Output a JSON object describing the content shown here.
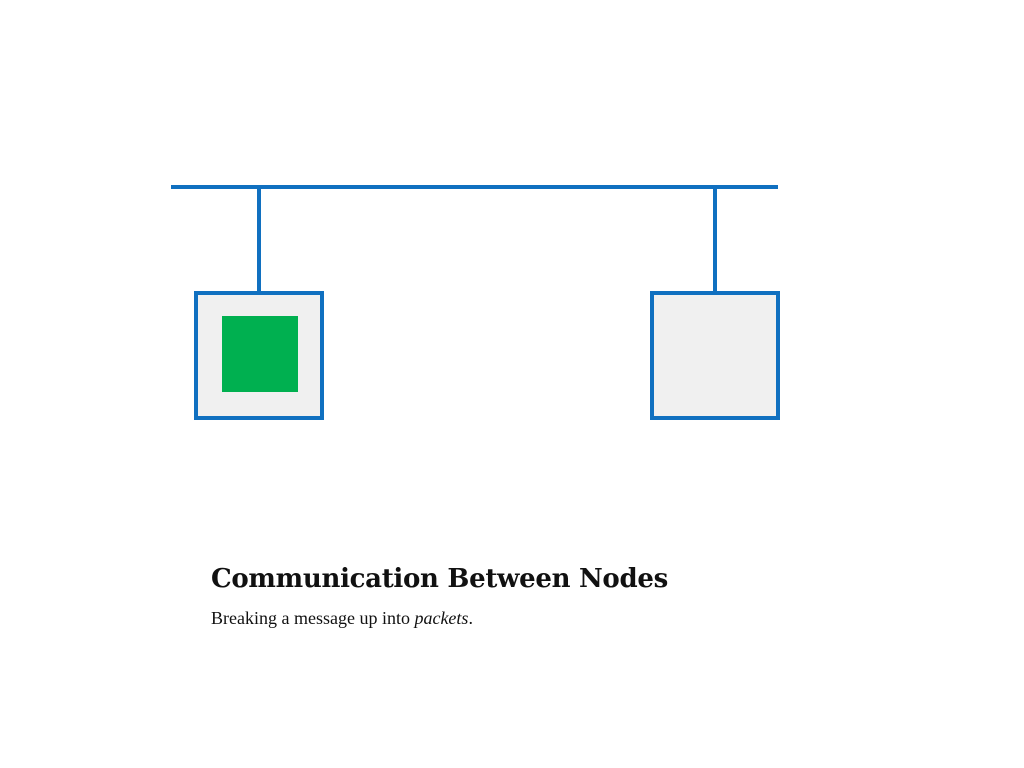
{
  "caption": {
    "title": "Communication Between Nodes",
    "subtitle_before": "Breaking a message up into ",
    "subtitle_emphasis": "packets",
    "subtitle_after": "."
  },
  "colors": {
    "network_line": "#1070c0",
    "node_fill": "#f0f0f0",
    "packet_fill": "#00b050",
    "text": "#111111",
    "background": "#ffffff"
  },
  "diagram": {
    "nodes": [
      {
        "id": "node-left",
        "has_packet": true
      },
      {
        "id": "node-right",
        "has_packet": false
      }
    ]
  }
}
